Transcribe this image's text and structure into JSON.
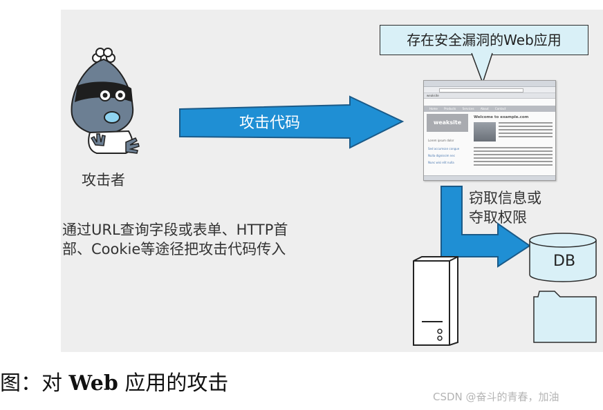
{
  "callout": "存在安全漏洞的Web应用",
  "arrow_label": "攻击代码",
  "attacker_label": "攻击者",
  "description_lines": [
    "通过URL查询字段或表单、HTTP首",
    "部、Cookie等途径把攻击代码传入"
  ],
  "steal_lines": [
    "窃取信息或",
    "夺取权限"
  ],
  "db_label": "DB",
  "browser": {
    "tab": "weaksite",
    "nav": [
      "Home",
      "Products",
      "Services",
      "About",
      "Contact"
    ],
    "logo": "weaksite",
    "welcome": "Welcome to example.com",
    "side_title": "Lorem ipsum dolor",
    "side_links": [
      "Sed accumsan congue",
      "Nulla dignissim nec",
      "Nunc wisi elit nulla"
    ]
  },
  "caption": {
    "prefix": "图：对 ",
    "bold": "Web",
    "suffix": " 应用的攻击"
  },
  "watermark": "CSDN @奋斗的青春，加油",
  "colors": {
    "arrow": "#1f8fd4",
    "callout_bg": "#d9f0f7",
    "panel": "#eeeeee",
    "char_body": "#6c7f93"
  }
}
